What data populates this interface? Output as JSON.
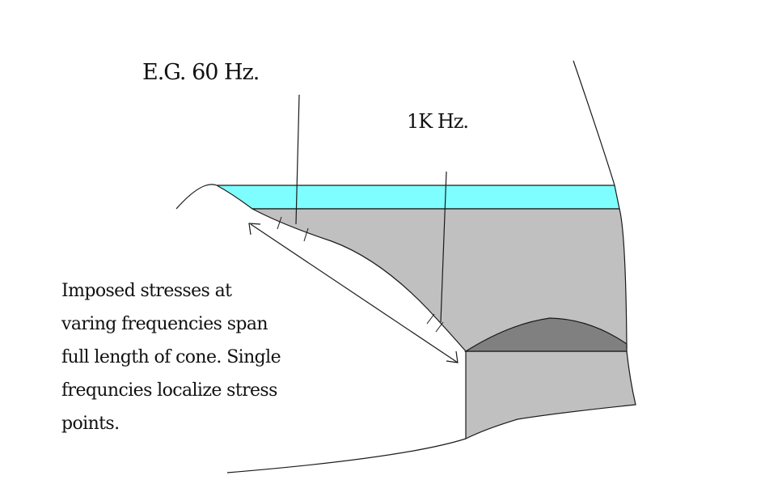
{
  "labels": {
    "low_freq": "E.G. 60 Hz.",
    "high_freq": "1K Hz."
  },
  "annotation": {
    "lines": [
      " Imposed stresses at",
      "varing frequencies span",
      "full length of cone. Single",
      "frequncies localize stress",
      "points."
    ]
  },
  "colors": {
    "surround": "#7ffeff",
    "cone": "#c0c0c0",
    "dust_cap": "#808080",
    "line": "#1a1a1a",
    "background": "#ffffff"
  }
}
